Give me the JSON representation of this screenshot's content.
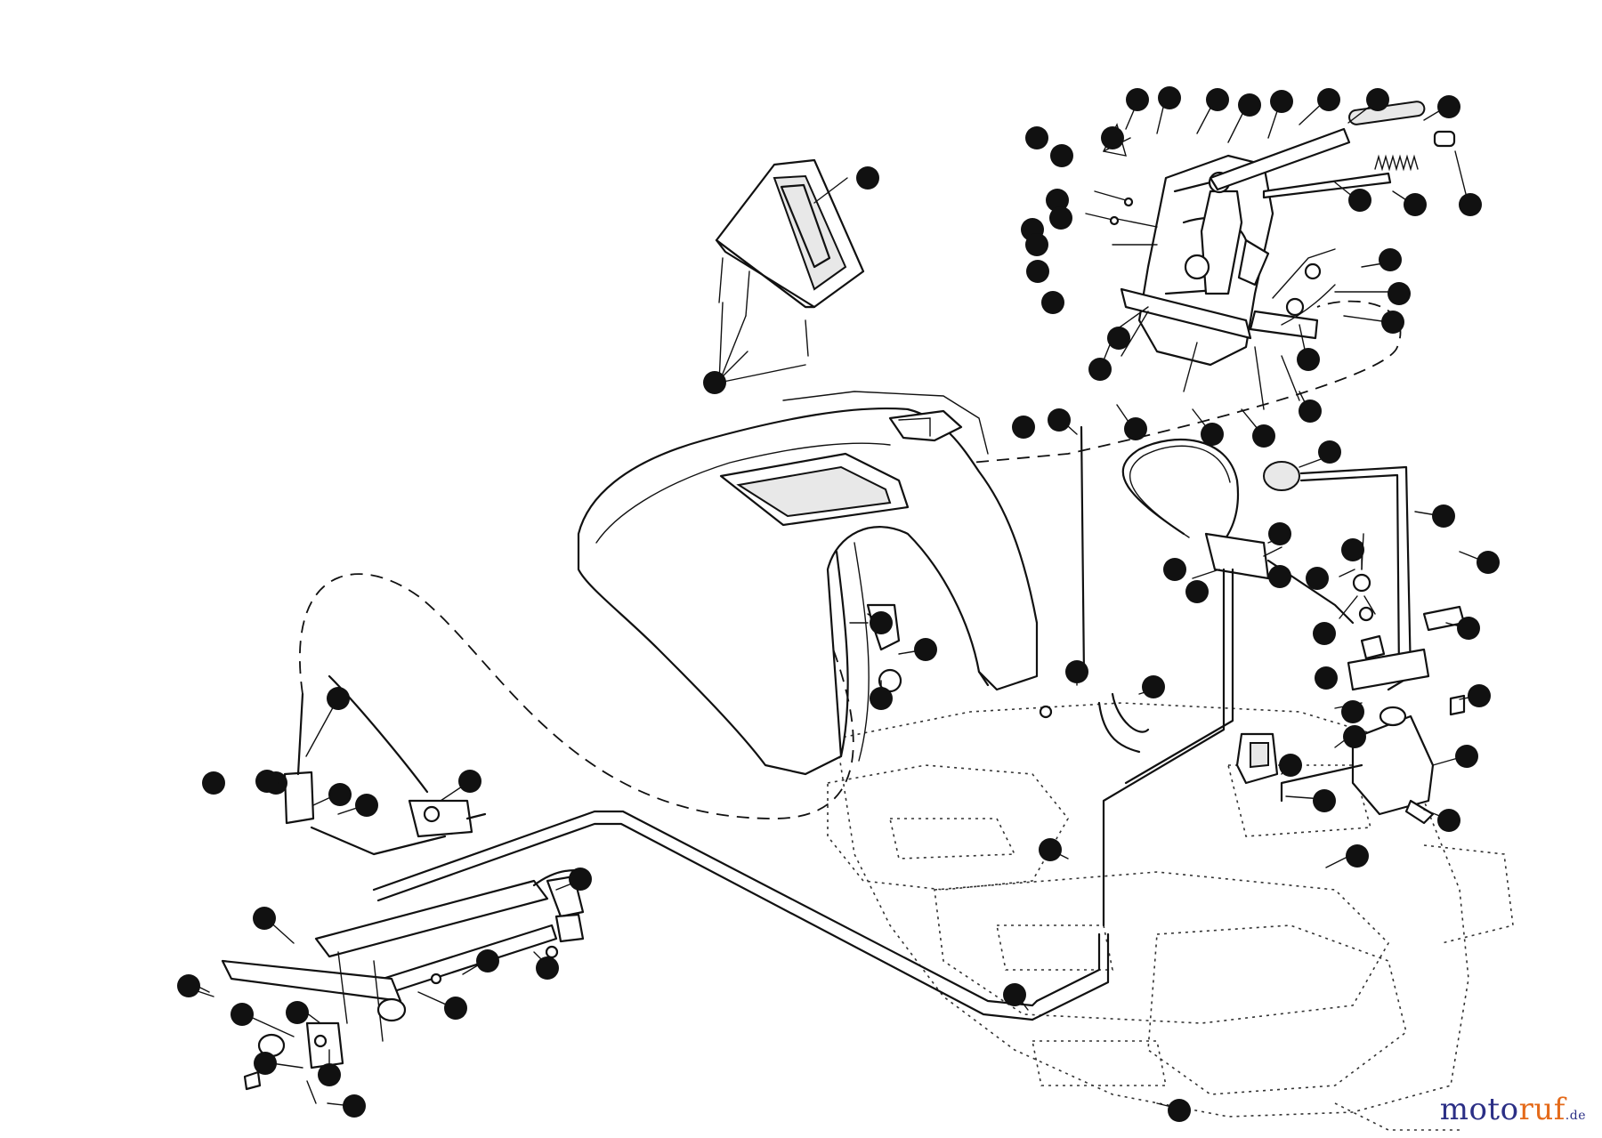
{
  "watermark": {
    "main": "moto",
    "accent": "ruf",
    "tld": ".de"
  },
  "callout_style": {
    "circle": "#111111",
    "text": "#9a9a9a"
  }
}
